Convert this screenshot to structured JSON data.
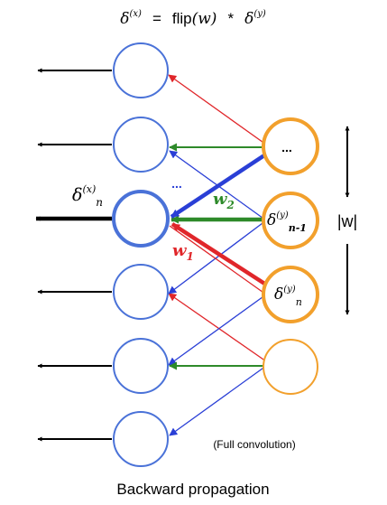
{
  "equation": {
    "lhs": "δ",
    "lhs_sup": "(x)",
    "equals": "=",
    "func": "flip",
    "arg": "(w)",
    "op": "*",
    "rhs": "δ",
    "rhs_sup": "(y)"
  },
  "labels": {
    "delta_x_n": {
      "main": "δ",
      "sup": "(x)",
      "sub": "n"
    },
    "ellipsis_left": "...",
    "ellipsis_right": "...",
    "w2": {
      "main": "w",
      "sub": "2"
    },
    "w1": {
      "main": "w",
      "sub": "1"
    },
    "delta_y_n_minus_1": {
      "main": "δ",
      "sup": "(y)",
      "sub": "n-1"
    },
    "delta_y_n": {
      "main": "δ",
      "sup": "(y)",
      "sub": "n"
    },
    "w_abs": "|w|",
    "full_convolution": "(Full convolution)",
    "caption": "Backward propagation"
  },
  "colors": {
    "left_nodes": "#4a72d8",
    "right_nodes": "#f2a02c",
    "red": "#e0262a",
    "blue": "#2a3fd6",
    "green": "#2e8a2a",
    "black": "#000000"
  }
}
